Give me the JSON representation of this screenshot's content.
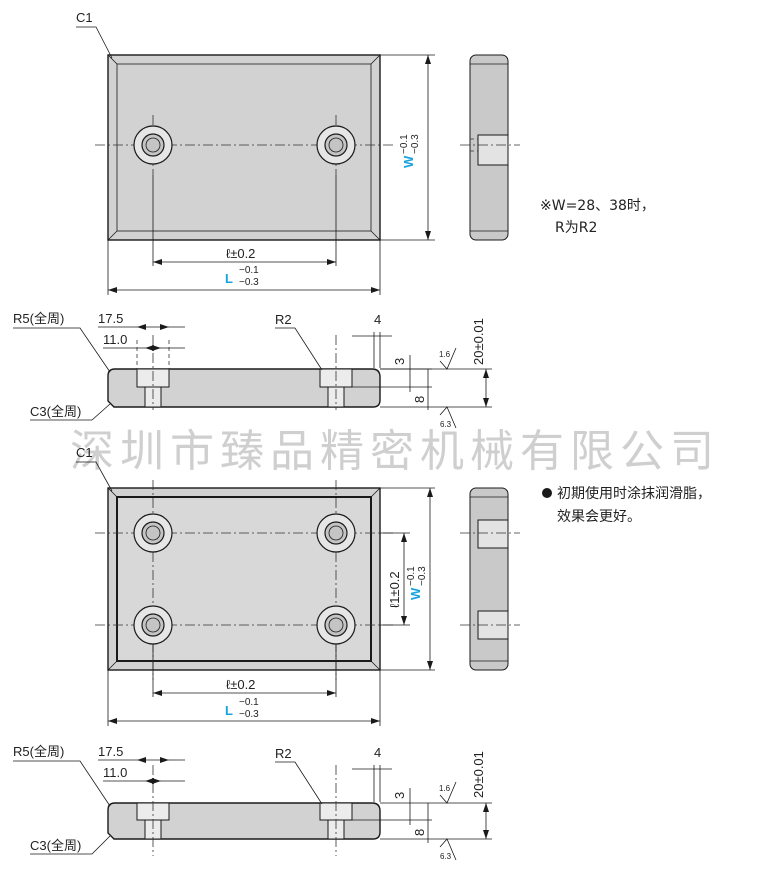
{
  "watermark": "深圳市臻品精密机械有限公司",
  "view1": {
    "chamfer": "C1",
    "pitch": "ℓ±0.2",
    "length": "L",
    "length_tol_upper": "−0.1",
    "length_tol_lower": "−0.3",
    "width": "W",
    "width_tol_upper": "−0.1",
    "width_tol_lower": "−0.3"
  },
  "note1": {
    "line1": "※W=28、38时，",
    "line2": "R为R2"
  },
  "section1": {
    "radius": "R5(全周)",
    "cb_dia": "17.5",
    "hole_dia": "11.0",
    "chamfer": "C3(全周)",
    "r2": "R2",
    "dim4": "4",
    "dim3": "3",
    "dim8": "8",
    "thickness": "20±0.01",
    "rough_top": "1.6",
    "rough_bot": "6.3"
  },
  "view2": {
    "chamfer": "C1",
    "pitch": "ℓ±0.2",
    "pitch2": "ℓ1±0.2",
    "length": "L",
    "length_tol_upper": "−0.1",
    "length_tol_lower": "−0.3",
    "width": "W",
    "width_tol_upper": "−0.1",
    "width_tol_lower": "−0.3"
  },
  "note2": {
    "line1": "初期使用时涂抹润滑脂，",
    "line2": "效果会更好。"
  },
  "section2": {
    "radius": "R5(全周)",
    "cb_dia": "17.5",
    "hole_dia": "11.0",
    "chamfer": "C3(全周)",
    "r2": "R2",
    "dim4": "4",
    "dim3": "3",
    "dim8": "8",
    "thickness": "20±0.01",
    "rough_top": "1.6",
    "rough_bot": "6.3"
  }
}
